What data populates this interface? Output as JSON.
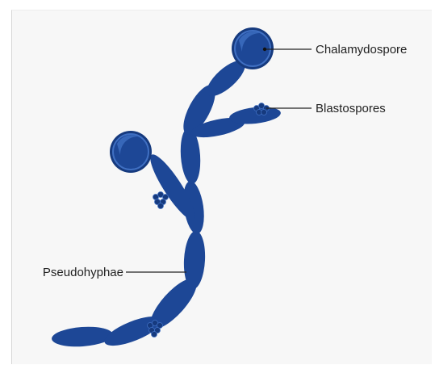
{
  "labels": {
    "chlamydospore": "Chalamydospore",
    "blastospores": "Blastospores",
    "pseudohyphae": "Pseudohyphae"
  },
  "colors": {
    "cell_fill": "#1d4796",
    "cell_dark": "#163a7e",
    "spore_light": "#3f6fc2",
    "leader_line": "#222222",
    "background": "#f7f7f7"
  }
}
